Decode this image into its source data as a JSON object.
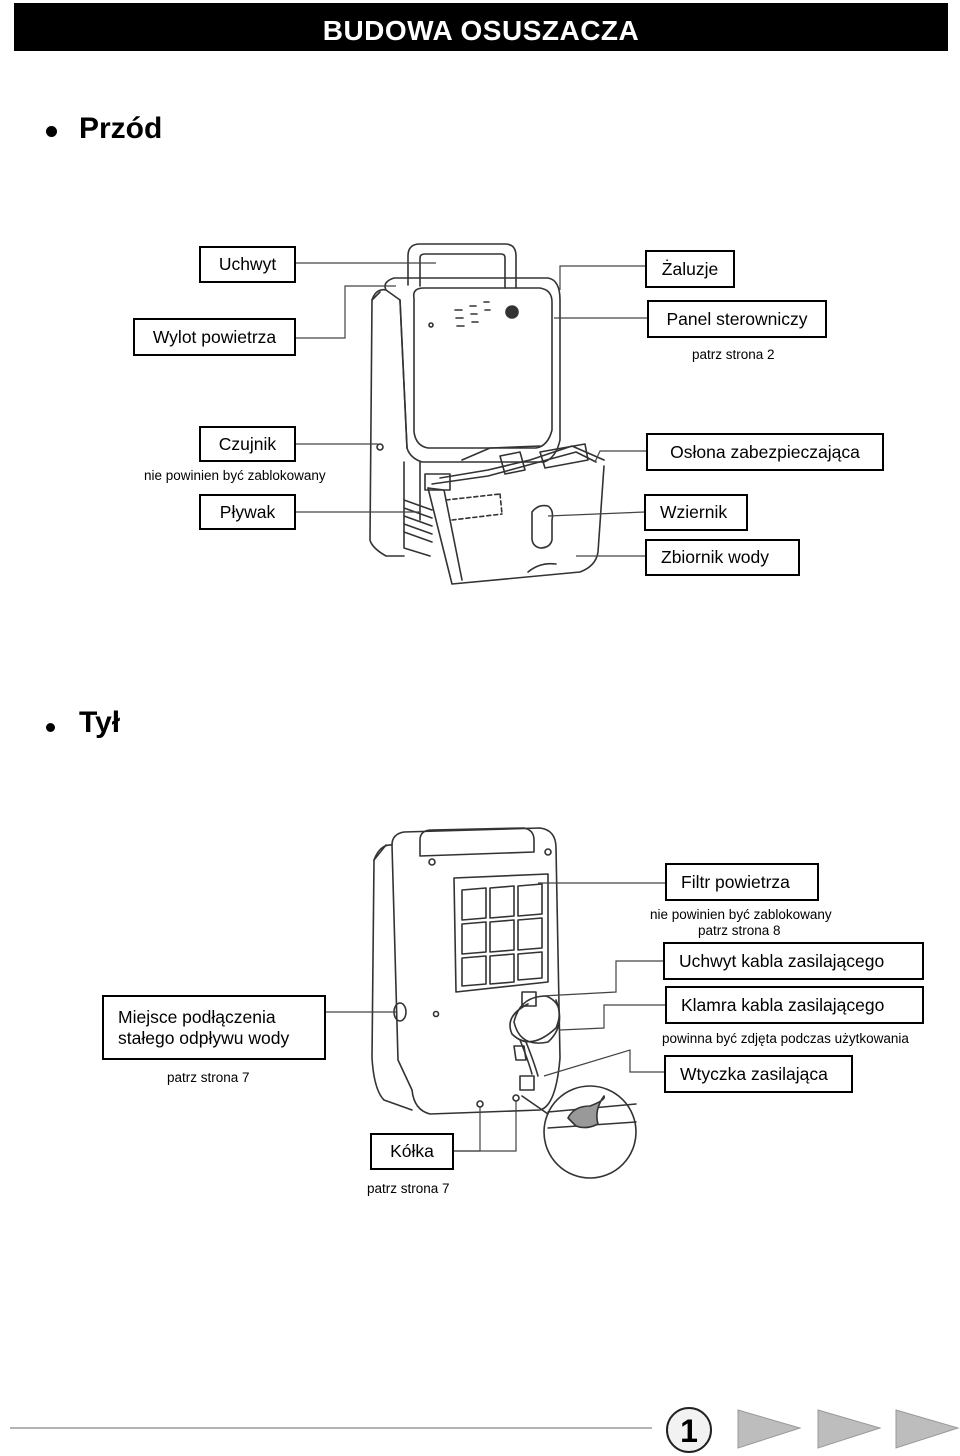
{
  "title": "BUDOWA OSUSZACZA",
  "front": {
    "heading": "Przód",
    "labels": {
      "handle": "Uchwyt",
      "air_outlet": "Wylot powietrza",
      "sensor": "Czujnik",
      "sensor_note": "nie powinien być zablokowany",
      "float": "Pływak",
      "louvers": "Żaluzje",
      "control_panel": "Panel sterowniczy",
      "control_panel_note": "patrz strona 2",
      "safety_cover": "Osłona zabezpieczająca",
      "sight_glass": "Wziernik",
      "water_tank": "Zbiornik wody"
    }
  },
  "back": {
    "heading": "Tył",
    "labels": {
      "air_filter": "Filtr powietrza",
      "air_filter_note1": "nie powinien być zablokowany",
      "air_filter_note2": "patrz strona 8",
      "cord_holder": "Uchwyt kabla zasilającego",
      "cord_clamp": "Klamra kabla zasilającego",
      "cord_clamp_note": "powinna być zdjęta podczas użytkowania",
      "power_plug": "Wtyczka zasilająca",
      "drain_line1": "Miejsce podłączenia",
      "drain_line2": "stałego odpływu wody",
      "drain_note": "patrz strona 7",
      "wheels": "Kółka",
      "wheels_note": "patrz strona 7"
    }
  },
  "footer": {
    "page_number": "1"
  }
}
